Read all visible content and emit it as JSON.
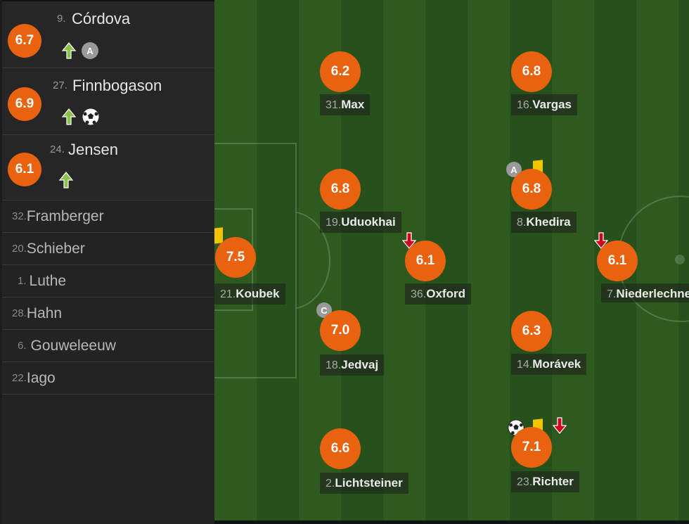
{
  "subs_in": [
    {
      "rating": "6.7",
      "number": "9.",
      "name": "Córdova",
      "icons": [
        "sub-in-arrow",
        "assist"
      ]
    },
    {
      "rating": "6.9",
      "number": "27.",
      "name": "Finnbogason",
      "icons": [
        "sub-in-arrow",
        "goal"
      ]
    },
    {
      "rating": "6.1",
      "number": "24.",
      "name": "Jensen",
      "icons": [
        "sub-in-arrow"
      ]
    }
  ],
  "bench": [
    {
      "number": "32.",
      "name": "Framberger"
    },
    {
      "number": "20.",
      "name": "Schieber"
    },
    {
      "number": "1.",
      "name": "Luthe"
    },
    {
      "number": "28.",
      "name": "Hahn"
    },
    {
      "number": "6.",
      "name": "Gouweleeuw"
    },
    {
      "number": "22.",
      "name": "Iago"
    }
  ],
  "pitch_players": [
    {
      "rating": "7.5",
      "number": "21.",
      "name": "Koubek"
    },
    {
      "rating": "6.2",
      "number": "31.",
      "name": "Max"
    },
    {
      "rating": "6.8",
      "number": "19.",
      "name": "Uduokhai"
    },
    {
      "rating": "7.0",
      "number": "18.",
      "name": "Jedvaj"
    },
    {
      "rating": "6.6",
      "number": "2.",
      "name": "Lichtsteiner"
    },
    {
      "rating": "6.1",
      "number": "36.",
      "name": "Oxford"
    },
    {
      "rating": "6.8",
      "number": "16.",
      "name": "Vargas"
    },
    {
      "rating": "6.8",
      "number": "8.",
      "name": "Khedira"
    },
    {
      "rating": "6.3",
      "number": "14.",
      "name": "Morávek"
    },
    {
      "rating": "7.1",
      "number": "23.",
      "name": "Richter"
    },
    {
      "rating": "6.1",
      "number": "7.",
      "name": "Niederlechner"
    }
  ],
  "badges": {
    "assist": "A",
    "captain": "C"
  },
  "colors": {
    "rating_bg": "#e8620f",
    "sub_in_arrow": "#8bc34a",
    "sub_out_arrow": "#d0021b",
    "yellow_card": "#f2c400"
  }
}
